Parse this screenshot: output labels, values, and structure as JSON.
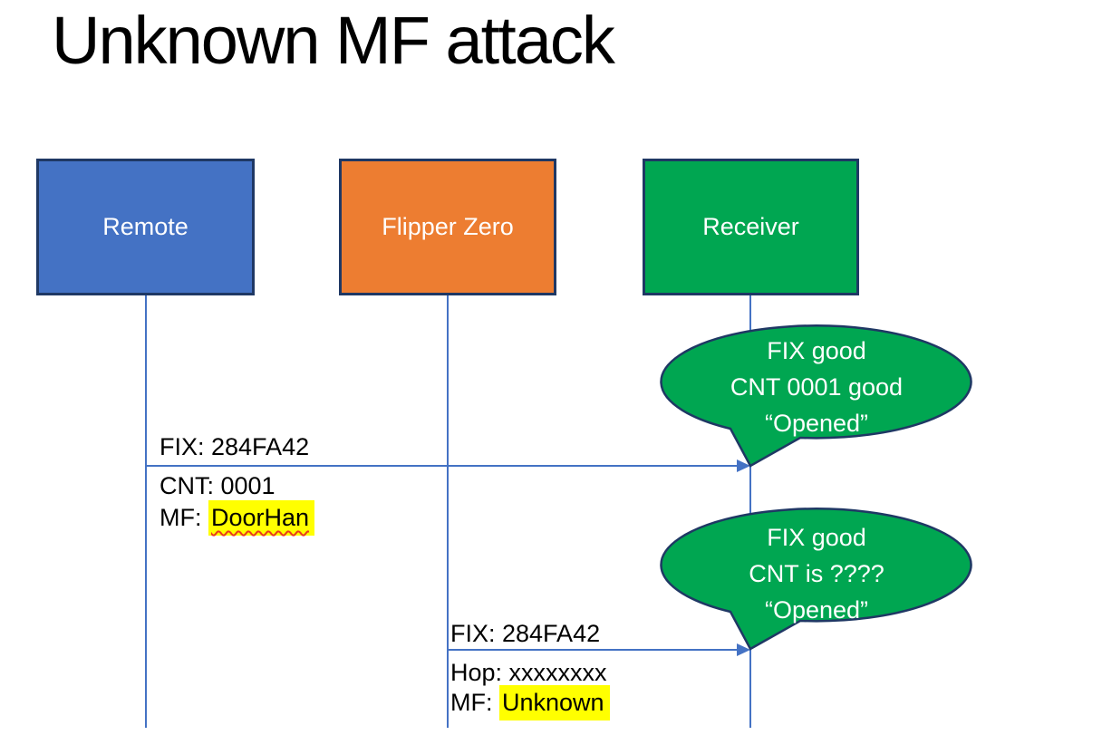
{
  "title": "Unknown MF attack",
  "actors": [
    {
      "label": "Remote",
      "fill": "#4472C4"
    },
    {
      "label": "Flipper Zero",
      "fill": "#ED7D31"
    },
    {
      "label": "Receiver",
      "fill": "#00A651"
    }
  ],
  "messages": [
    {
      "from": "Remote",
      "to": "Receiver",
      "above_line": "FIX: 284FA42",
      "line2": "CNT: 0001",
      "line3_prefix": "MF: ",
      "line3_highlight": "DoorHan"
    },
    {
      "from": "Flipper Zero",
      "to": "Receiver",
      "above_line": "FIX: 284FA42",
      "line2_prefix": "Hop: ",
      "line2_misspelled": "xxxxxxxx",
      "line3_prefix": "MF: ",
      "line3_highlight": "Unknown"
    }
  ],
  "callouts": [
    {
      "line1": "FIX good",
      "line2": "CNT 0001 good",
      "line3": "“Opened”"
    },
    {
      "line1": "FIX good",
      "line2": "CNT is ????",
      "line3": "“Opened”"
    }
  ],
  "colors": {
    "actor_border": "#1F3864",
    "connector_blue": "#4472C4",
    "callout_fill": "#00A651",
    "callout_border": "#1F3864",
    "highlight_yellow": "#FFFF00",
    "spellcheck_red": "#E8391D",
    "text_dark": "#000000",
    "text_light": "#FFFFFF"
  }
}
